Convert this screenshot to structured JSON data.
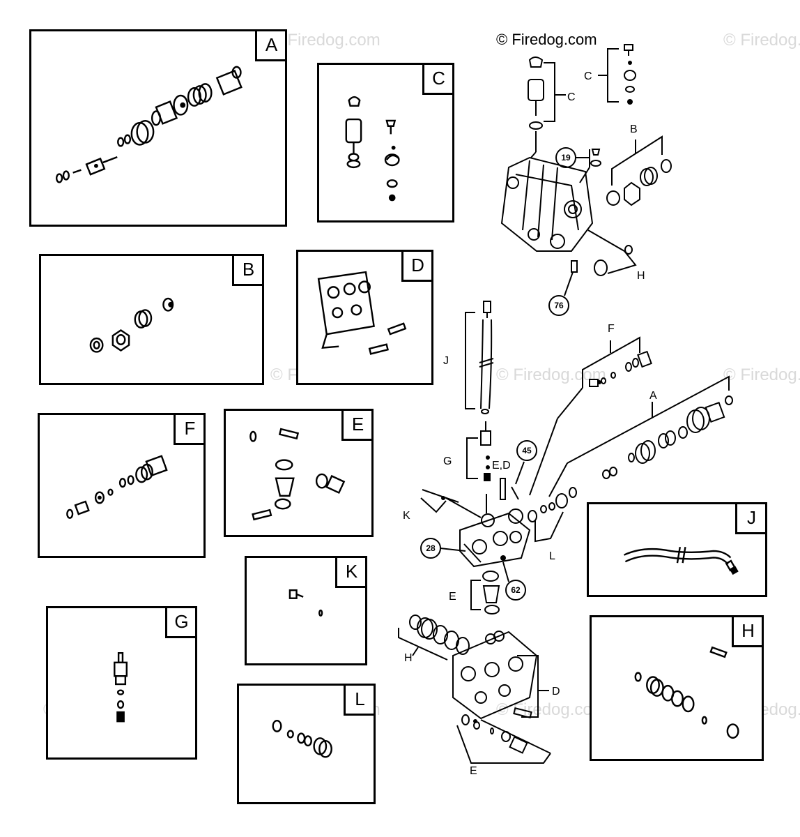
{
  "watermarks": {
    "top_copyright": "© Firedog.com",
    "faint": "© Firedog.com"
  },
  "boxes": [
    {
      "id": "A",
      "label": "A"
    },
    {
      "id": "C",
      "label": "C"
    },
    {
      "id": "B",
      "label": "B"
    },
    {
      "id": "D",
      "label": "D"
    },
    {
      "id": "F",
      "label": "F"
    },
    {
      "id": "E",
      "label": "E"
    },
    {
      "id": "K",
      "label": "K"
    },
    {
      "id": "G",
      "label": "G"
    },
    {
      "id": "L",
      "label": "L"
    },
    {
      "id": "J",
      "label": "J"
    },
    {
      "id": "H",
      "label": "H"
    }
  ],
  "callouts": {
    "C1": "C",
    "C2": "C",
    "B": "B",
    "H1": "H",
    "J": "J",
    "F": "F",
    "A": "A",
    "G": "G",
    "ED": "E,D",
    "K": "K",
    "L": "L",
    "E1": "E",
    "H2": "H",
    "D": "D",
    "E2": "E"
  },
  "part_numbers": {
    "n19": "19",
    "n76": "76",
    "n45": "45",
    "n28": "28",
    "n62": "62"
  }
}
